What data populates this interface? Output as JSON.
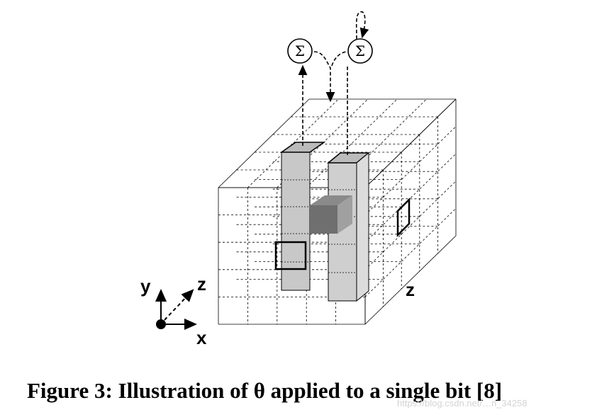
{
  "figure": {
    "sum_symbols": [
      "Σ",
      "Σ"
    ],
    "axes": {
      "y": "y",
      "z": "z",
      "x": "x"
    },
    "cube_side_label": "z"
  },
  "caption": "Figure 3:  Illustration of θ applied to a single bit [8]",
  "watermark": "https://blog.csdn.net/…n_34258"
}
